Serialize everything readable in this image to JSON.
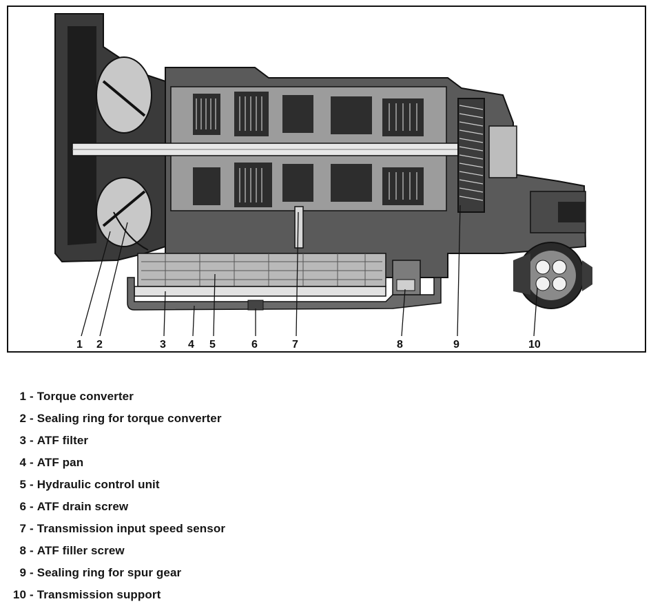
{
  "callouts": [
    {
      "number": "1",
      "description": "Torque converter"
    },
    {
      "number": "2",
      "description": "Sealing ring for torque converter"
    },
    {
      "number": "3",
      "description": "ATF filter"
    },
    {
      "number": "4",
      "description": "ATF pan"
    },
    {
      "number": "5",
      "description": "Hydraulic control unit"
    },
    {
      "number": "6",
      "description": "ATF drain screw"
    },
    {
      "number": "7",
      "description": "Transmission input speed sensor"
    },
    {
      "number": "8",
      "description": "ATF filler screw"
    },
    {
      "number": "9",
      "description": "Sealing ring for spur gear"
    },
    {
      "number": "10",
      "description": "Transmission support"
    }
  ],
  "separator": "-",
  "colors": {
    "ink": "#111111",
    "metal": "#8f8f8f",
    "dark": "#2a2a2a",
    "light": "#d9d9d9"
  }
}
